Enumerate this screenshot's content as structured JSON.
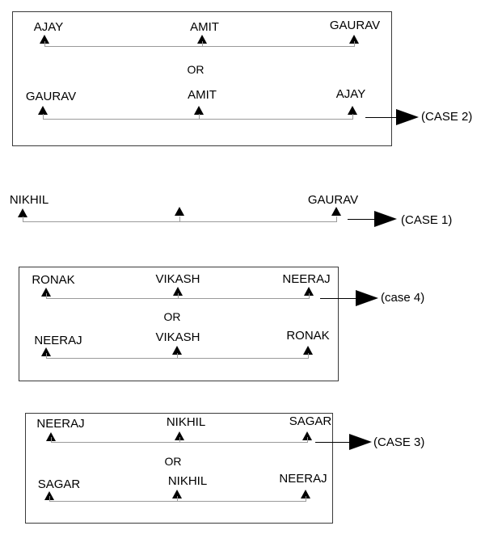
{
  "diagrams": {
    "top": {
      "row1": [
        "AJAY",
        "AMIT",
        "GAURAV"
      ],
      "or": "OR",
      "row2": [
        "GAURAV",
        "AMIT",
        "AJAY"
      ],
      "case": "(CASE 2)"
    },
    "single": {
      "left": "NIKHIL",
      "right": "GAURAV",
      "case": "(CASE 1)"
    },
    "third": {
      "row1": [
        "RONAK",
        "VIKASH",
        "NEERAJ"
      ],
      "or": "OR",
      "row2": [
        "NEERAJ",
        "VIKASH",
        "RONAK"
      ],
      "case": "(case 4)"
    },
    "fourth": {
      "row1": [
        "NEERAJ",
        "NIKHIL",
        "SAGAR"
      ],
      "or": "OR",
      "row2": [
        "SAGAR",
        "NIKHIL",
        "NEERAJ"
      ],
      "case": "(CASE 3)"
    }
  }
}
